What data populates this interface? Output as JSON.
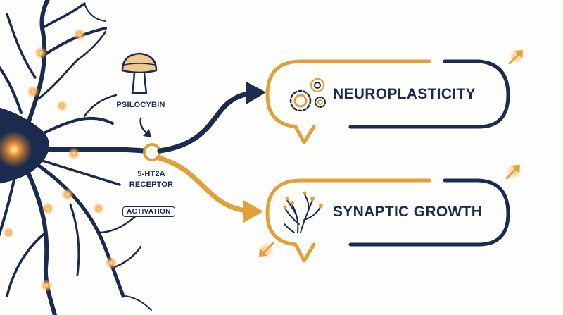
{
  "labels": {
    "psilocybin": "PSILOCYBIN",
    "receptor_line1": "5-HT2A",
    "receptor_line2": "RECEPTOR",
    "activation": "ACTIVATION",
    "outcome_top": "NEUROPLASTICITY",
    "outcome_bottom": "SYNAPTIC GROWTH"
  },
  "colors": {
    "navy": "#1b2b4d",
    "amber": "#e1a03a",
    "glow": "#f6a94b",
    "background": "#fdfdfc"
  },
  "icons": {
    "mushroom": "mushroom-icon",
    "gears": "gears-icon",
    "sprouts": "synapse-sprout-icon"
  }
}
